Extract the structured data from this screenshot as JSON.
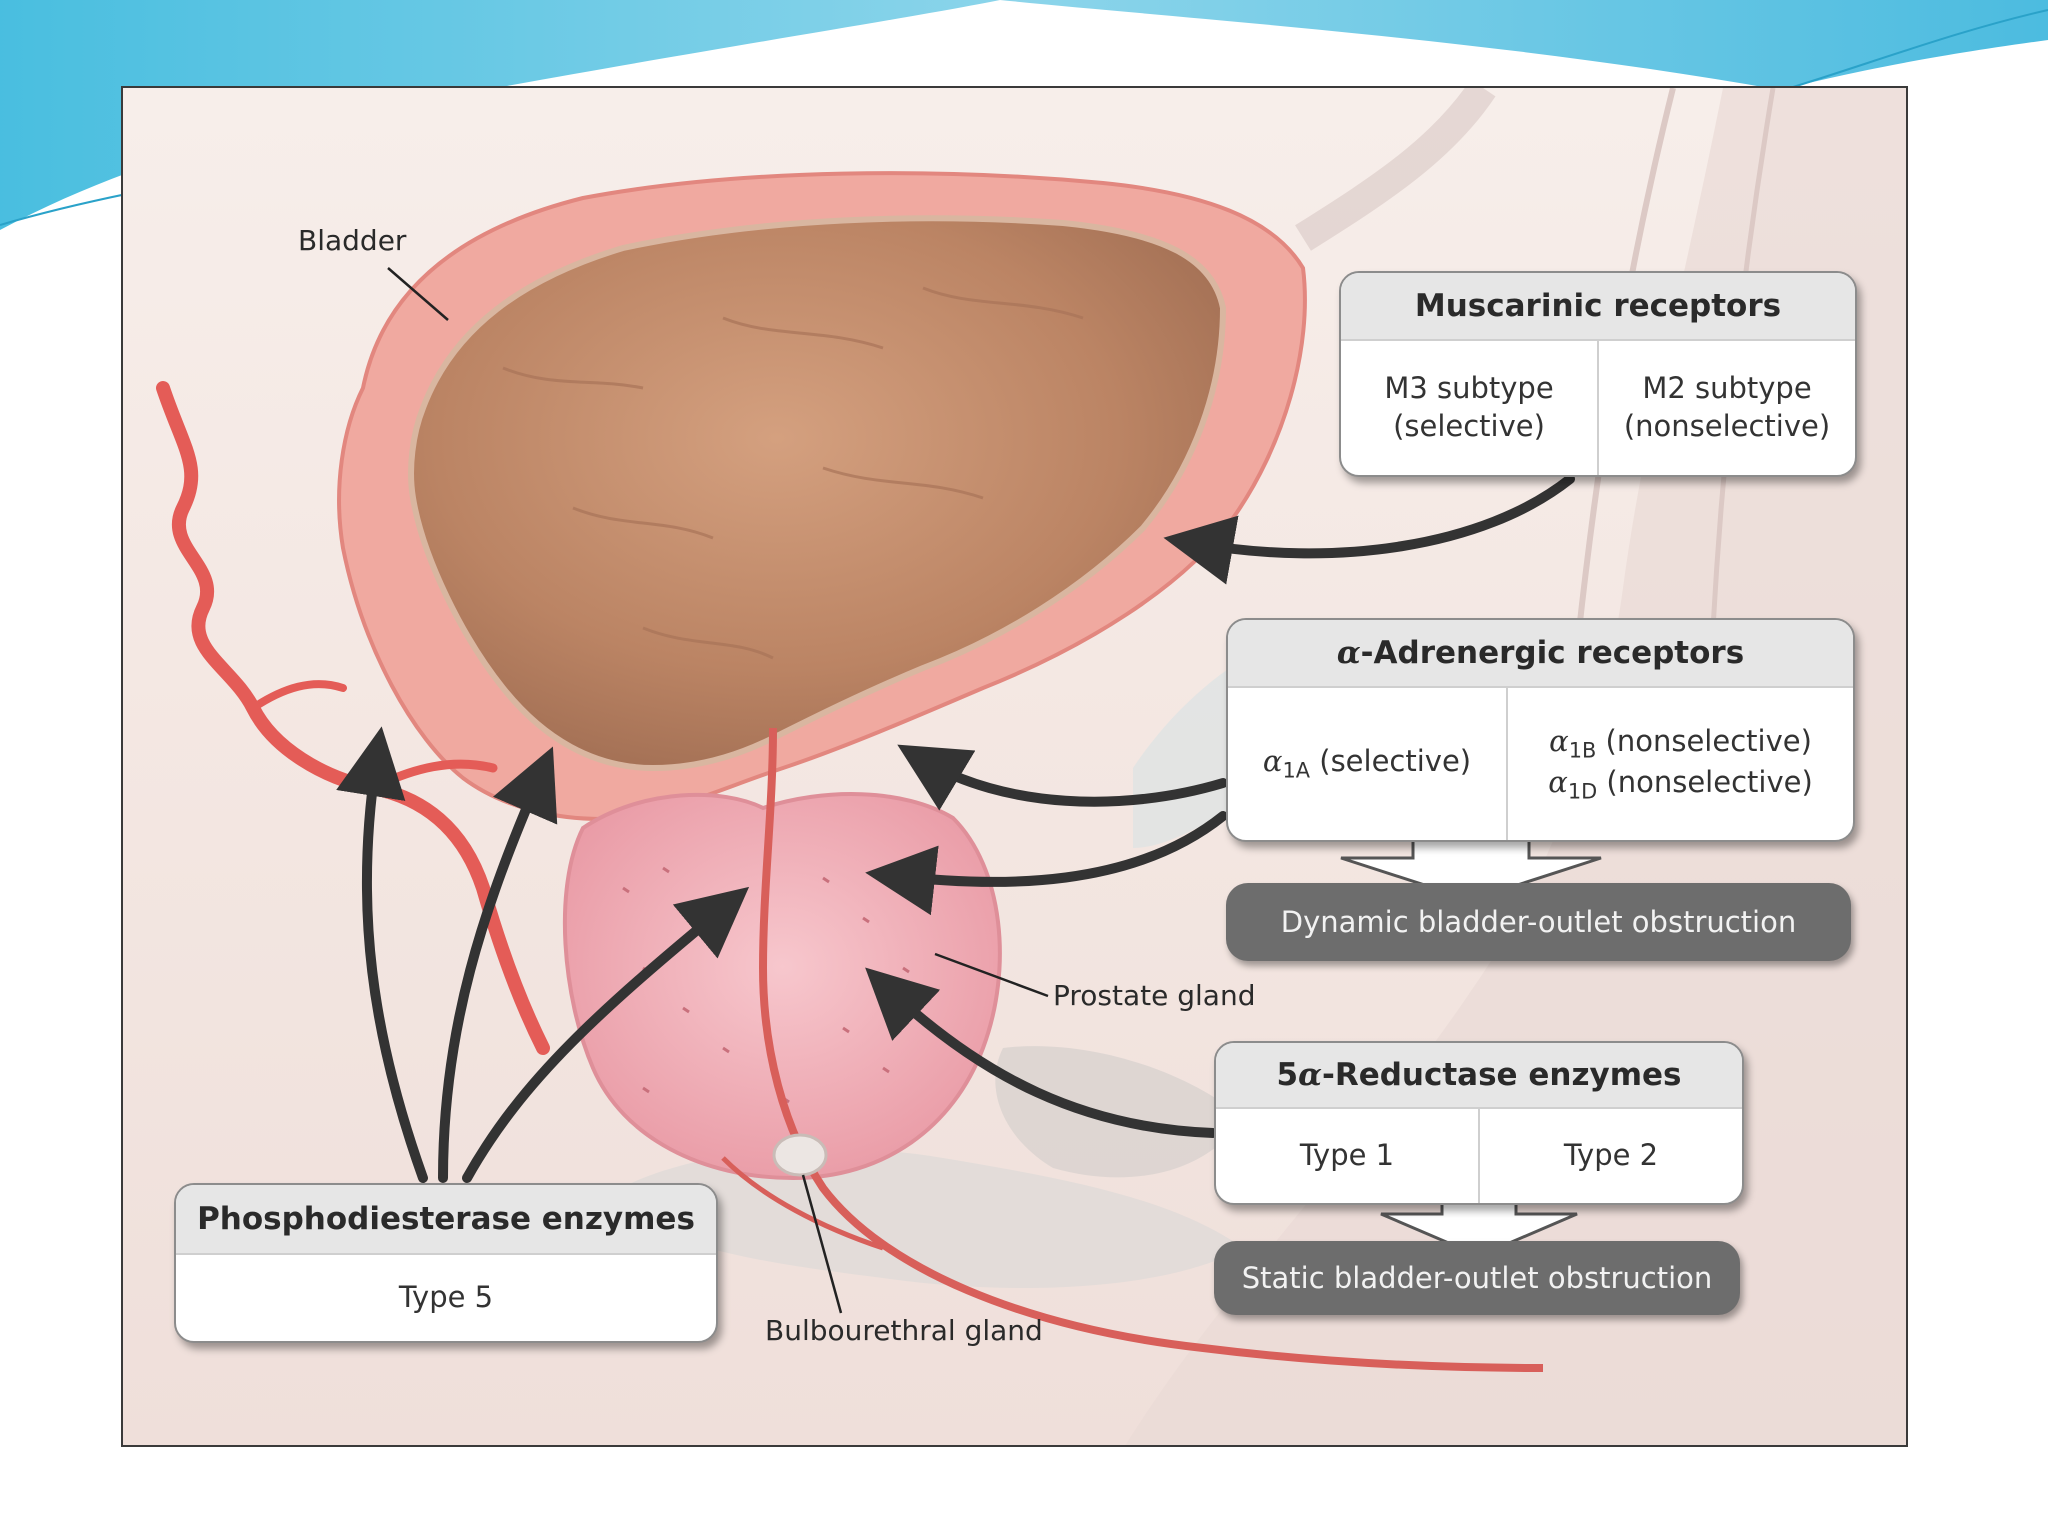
{
  "figure": {
    "anatomy_labels": {
      "bladder": "Bladder",
      "prostate": "Prostate gland",
      "bulbourethral": "Bulbourethral gland"
    },
    "muscarinic": {
      "title": "Muscarinic receptors",
      "cells": [
        {
          "line1": "M3 subtype",
          "line2": "(selective)"
        },
        {
          "line1": "M2 subtype",
          "line2": "(nonselective)"
        }
      ]
    },
    "adrenergic": {
      "title_symbol": "α",
      "title_text": "-Adrenergic receptors",
      "left": {
        "symbol": "α",
        "sub": "1A",
        "text": " (selective)"
      },
      "right": [
        {
          "symbol": "α",
          "sub": "1B",
          "text": " (nonselective)"
        },
        {
          "symbol": "α",
          "sub": "1D",
          "text": " (nonselective)"
        }
      ]
    },
    "dynamic_obstruction": "Dynamic bladder-outlet obstruction",
    "reductase": {
      "title_prefix": "5",
      "title_symbol": "α",
      "title_text": "-Reductase enzymes",
      "cells": [
        "Type 1",
        "Type 2"
      ]
    },
    "static_obstruction": "Static bladder-outlet obstruction",
    "phosphodiesterase": {
      "title": "Phosphodiesterase enzymes",
      "cells": [
        "Type 5"
      ]
    }
  },
  "colors": {
    "bladder_wall": "#f0a9a0",
    "bladder_lumen": "#c08a6a",
    "prostate": "#f2b3bb",
    "artery": "#e45c57",
    "arrow": "#333333",
    "pill": "#6d6d6d",
    "deco_teal": "#37b3d8"
  }
}
